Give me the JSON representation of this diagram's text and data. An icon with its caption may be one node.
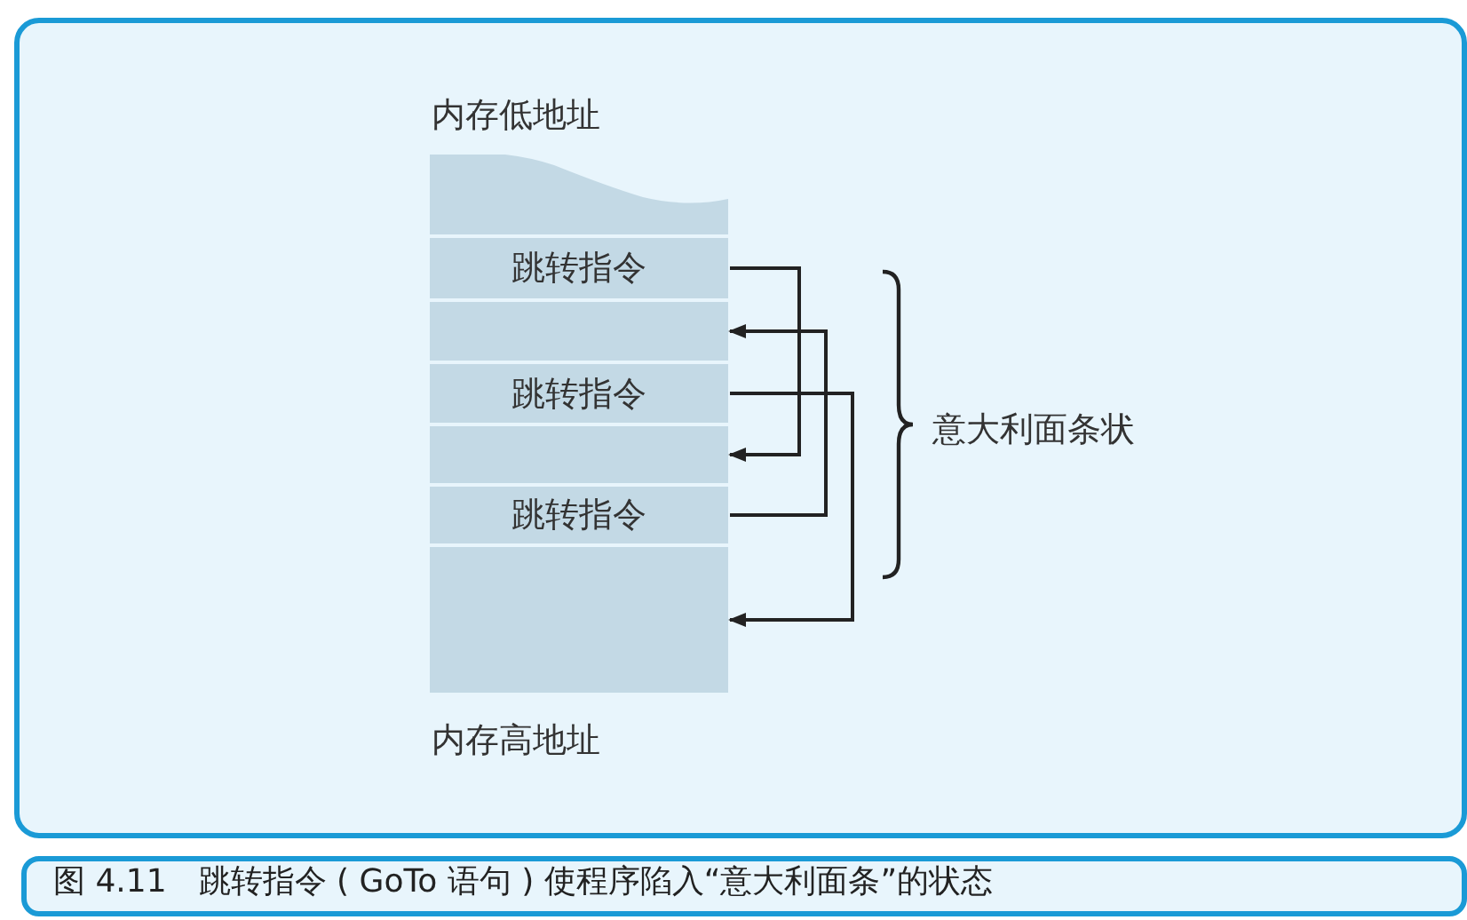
{
  "diagram": {
    "caption": "图 4.11　跳转指令 ( GoTo 语句 ) 使程序陷入“意大利面条”的状态",
    "nodes": [
      {
        "text": [],
        "shape": "box"
      },
      {
        "text": [
          "跳转指令"
        ]
      },
      {
        "text": [],
        "shape": "box"
      },
      {
        "text": [
          "跳转指令"
        ]
      },
      {
        "text": [],
        "shape": "box"
      },
      {
        "text": [
          "跳转指令"
        ]
      },
      {
        "text": [],
        "shape": "box"
      }
    ],
    "edges": [
      {
        "from": 1,
        "to": 4,
        "arrow": "to"
      },
      {
        "from": 3,
        "to": 6,
        "arrow": "to"
      },
      {
        "from": 5,
        "to": 2,
        "arrow": "to"
      }
    ],
    "labels": [
      "内存低地址",
      "意大利面条状",
      "内存高地址"
    ]
  }
}
